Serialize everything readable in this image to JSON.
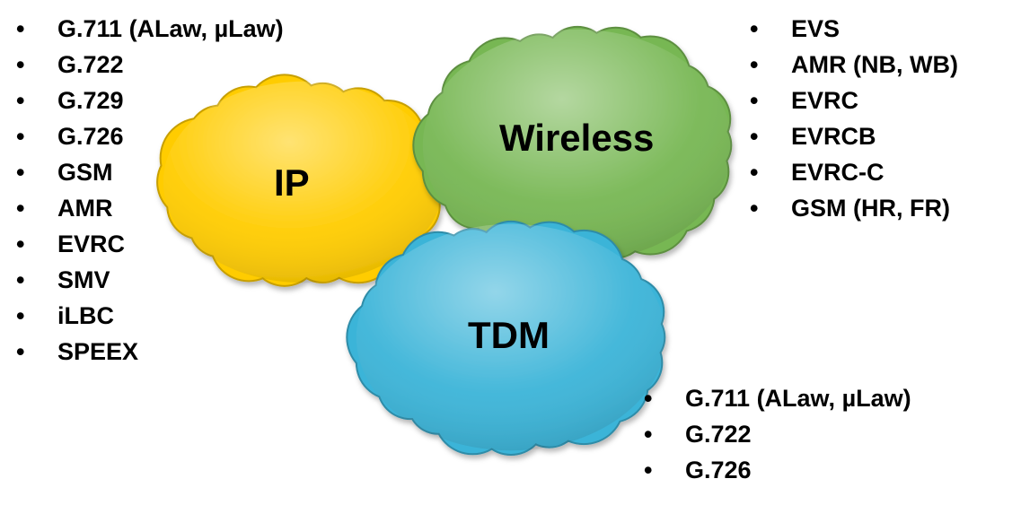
{
  "clouds": {
    "ip": {
      "label": "IP",
      "color": "#FFCC00"
    },
    "wireless": {
      "label": "Wireless",
      "color": "#77B753"
    },
    "tdm": {
      "label": "TDM",
      "color": "#3BB4D8"
    }
  },
  "lists": {
    "ip": [
      "G.711 (ALaw, µLaw)",
      "G.722",
      "G.729",
      "G.726",
      "GSM",
      "AMR",
      "EVRC",
      "SMV",
      "iLBC",
      "SPEEX"
    ],
    "wireless": [
      "EVS",
      "AMR (NB, WB)",
      "EVRC",
      "EVRCB",
      "EVRC-C",
      "GSM (HR, FR)"
    ],
    "tdm": [
      "G.711 (ALaw, µLaw)",
      "G.722",
      "G.726"
    ]
  }
}
